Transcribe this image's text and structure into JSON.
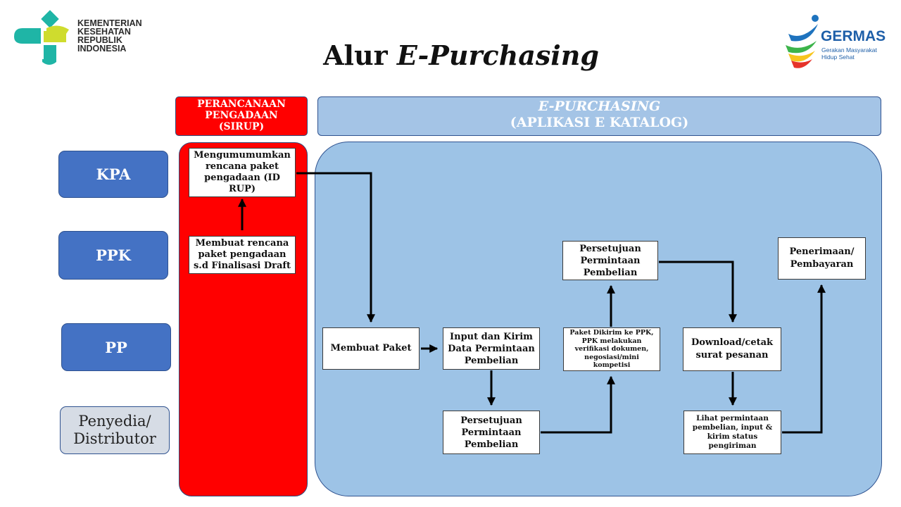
{
  "logo_left": {
    "lines": [
      "KEMENTERIAN",
      "KESEHATAN",
      "REPUBLIK",
      "INDONESIA"
    ]
  },
  "logo_right": {
    "name": "GERMAS",
    "tagline_1": "Gerakan Masyarakat",
    "tagline_2": "Hidup Sehat"
  },
  "title": {
    "plain": "Alur ",
    "italic": "E-Purchasing"
  },
  "headers": {
    "planning": [
      "PERANCANAAN",
      "PENGADAAN",
      "(SIRUP)"
    ],
    "epurchasing_line1": "E-PURCHASING",
    "epurchasing_line2": "(APLIKASI E KATALOG)"
  },
  "roles": {
    "kpa": "KPA",
    "ppk": "PPK",
    "pp": "PP",
    "penyedia": [
      "Penyedia/",
      "Distributor"
    ]
  },
  "steps": {
    "announce": "Mengumumumkan rencana paket pengadaan (ID RUP)",
    "plan": "Membuat rencana paket pengadaan s.d Finalisasi Draft",
    "make_package": "Membuat Paket",
    "input_request": "Input dan Kirim Data Permintaan Pembelian",
    "approval_provider": "Persetujuan Permintaan Pembelian",
    "sent_to_ppk": "Paket Dikirim ke PPK, PPK melakukan verifikasi dokumen, negosiasi/mini kompetisi",
    "approval_ppk": "Persetujuan Permintaan Pembelian",
    "download": "Download/cetak surat pesanan",
    "view_request": "Lihat permintaan pembelian, input & kirim status pengiriman",
    "receive_pay": "Penerimaan/ Pembayaran"
  },
  "colors": {
    "planning_lane": "#ff0000",
    "epurchasing_lane": "#9dc3e6",
    "role_box": "#4472c4",
    "provider_box": "#d6dce5"
  }
}
